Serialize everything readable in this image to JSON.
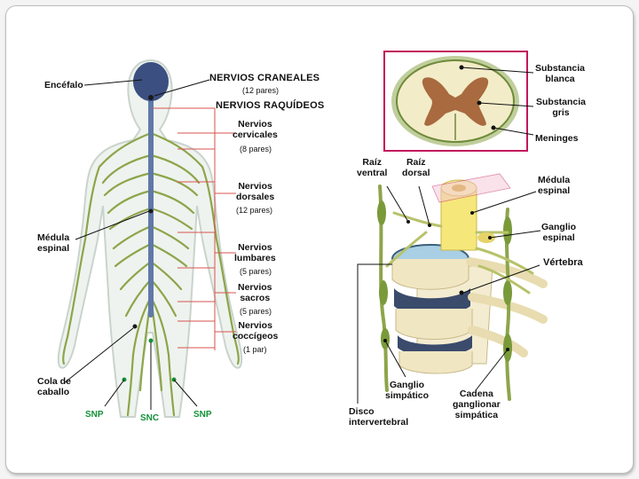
{
  "left_diagram": {
    "encefalo": "Encéfalo",
    "nervios_craneales": "NERVIOS CRANEALES",
    "craneales_pares": "(12 pares)",
    "nervios_raquideos": "NERVIOS RAQUÍDEOS",
    "cervicales": "Nervios\ncervicales",
    "cervicales_pares": "(8 pares)",
    "dorsales": "Nervios\ndorsales",
    "dorsales_pares": "(12 pares)",
    "lumbares": "Nervios\nlumbares",
    "lumbares_pares": "(5 pares)",
    "sacros": "Nervios\nsacros",
    "sacros_pares": "(5 pares)",
    "coccigeos": "Nervios\ncoccígeos",
    "coccigeos_pares": "(1 par)",
    "medula": "Médula\nespinal",
    "cola": "Cola de\ncaballo",
    "snp_left": "SNP",
    "snc": "SNC",
    "snp_right": "SNP"
  },
  "right_diagram": {
    "substancia_blanca": "Substancia\nblanca",
    "substancia_gris": "Substancia\ngris",
    "meninges": "Meninges",
    "raiz_ventral": "Raíz\nventral",
    "raiz_dorsal": "Raíz\ndorsal",
    "medula_espinal": "Médula\nespinal",
    "ganglio_espinal": "Ganglio\nespinal",
    "vertebra": "Vértebra",
    "ganglio_simpatico": "Ganglio\nsimpático",
    "cadena": "Cadena\nganglionar\nsimpática",
    "disco": "Disco\nintervertebral"
  },
  "colors": {
    "nerve": "#8da54a",
    "cns": "#5f79a8",
    "brain": "#3b4f80",
    "body_outline": "#c9d4cc",
    "frame": "#c2185b",
    "gray_matter": "#a86a3e",
    "white_matter": "#f3ecc8",
    "snp_green": "#17913a"
  }
}
